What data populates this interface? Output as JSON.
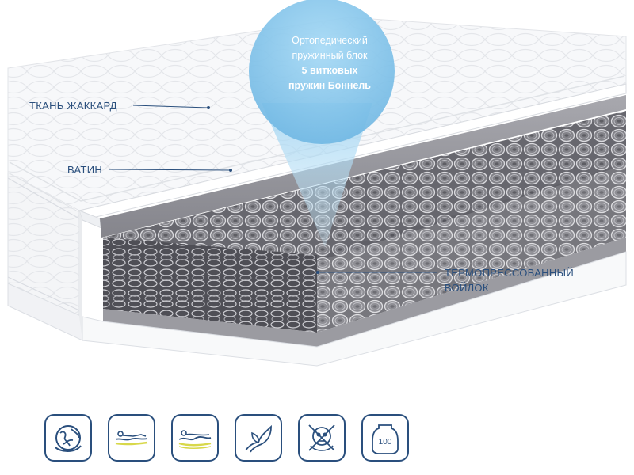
{
  "labels": {
    "jacquard": "ТКАНЬ ЖАККАРД",
    "vatin": "ВАТИН",
    "felt_line1": "ТЕРМОПРЕССОВАННЫЙ",
    "felt_line2": "ВОЙЛОК"
  },
  "callout": {
    "line1": "Ортопедический",
    "line2": "пружинный блок",
    "line3": "5 витковых",
    "line4": "пружин Боннель"
  },
  "icons": [
    {
      "name": "eco-globe-icon"
    },
    {
      "name": "medium-firmness-icon"
    },
    {
      "name": "orthopedic-support-icon"
    },
    {
      "name": "natural-materials-leaf-icon"
    },
    {
      "name": "no-toxins-icon"
    },
    {
      "name": "max-load-100-icon",
      "text": "100"
    }
  ],
  "colors": {
    "label": "#2a4f7d",
    "icon_stroke": "#2a4f7d",
    "accent_yellow": "#d8d84a",
    "callout_blue": "#8cc9ec"
  }
}
